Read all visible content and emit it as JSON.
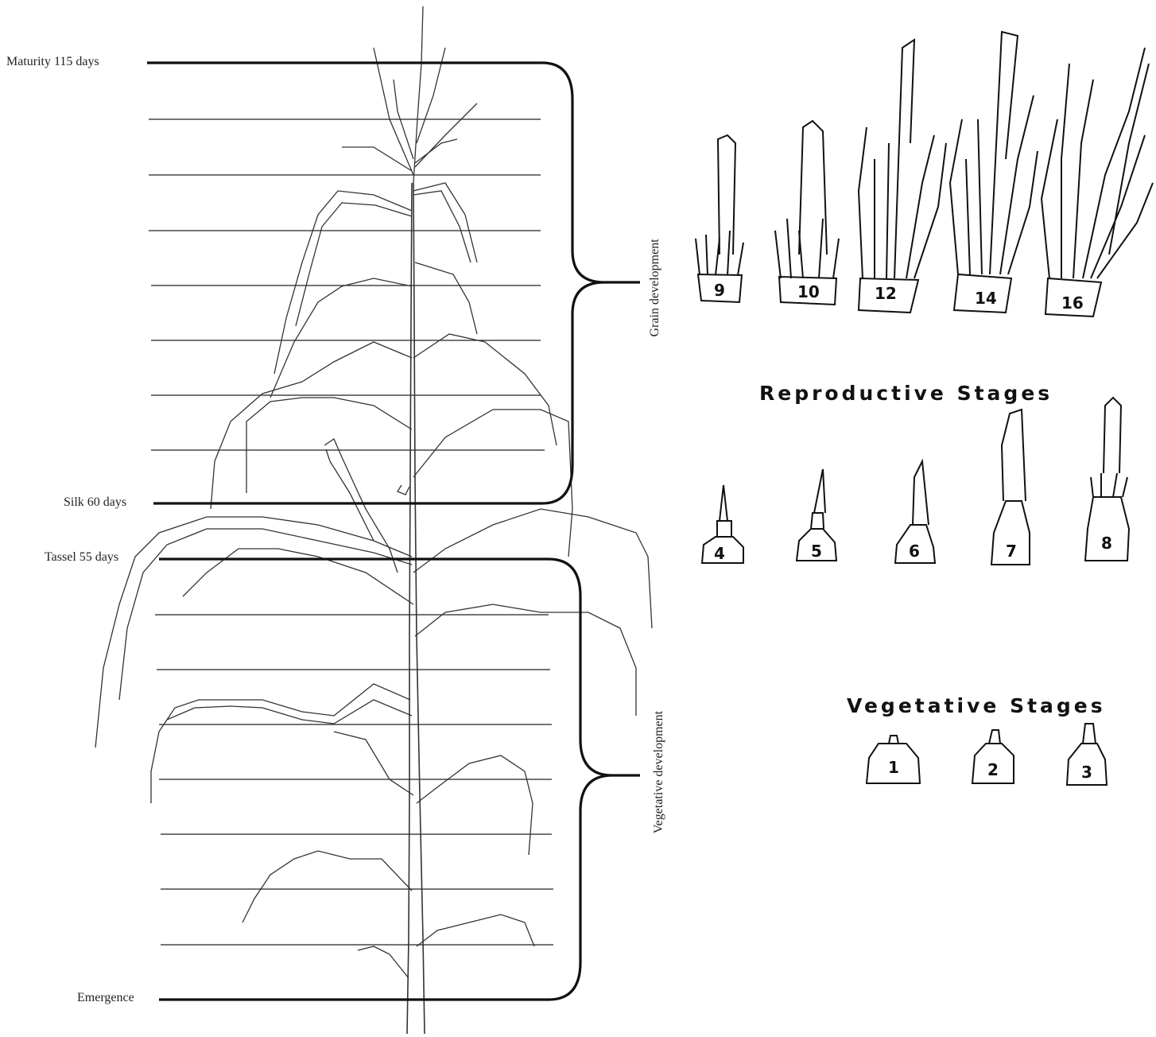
{
  "milestones": {
    "maturity": "Maturity 115 days",
    "silk": "Silk 60 days",
    "tassel": "Tassel 55 days",
    "emergence": "Emergence"
  },
  "phases": {
    "grain": "Grain development",
    "vegetative": "Vegetative development"
  },
  "headings": {
    "reproductive": "Reproductive Stages",
    "vegetative": "Vegetative Stages"
  },
  "stages": {
    "grain_row": [
      "9",
      "10",
      "12",
      "14",
      "16"
    ],
    "reproductive_row": [
      "4",
      "5",
      "6",
      "7",
      "8"
    ],
    "vegetative_row": [
      "1",
      "2",
      "3"
    ]
  },
  "colors": {
    "line": "#111111",
    "drawing": "#333333"
  }
}
